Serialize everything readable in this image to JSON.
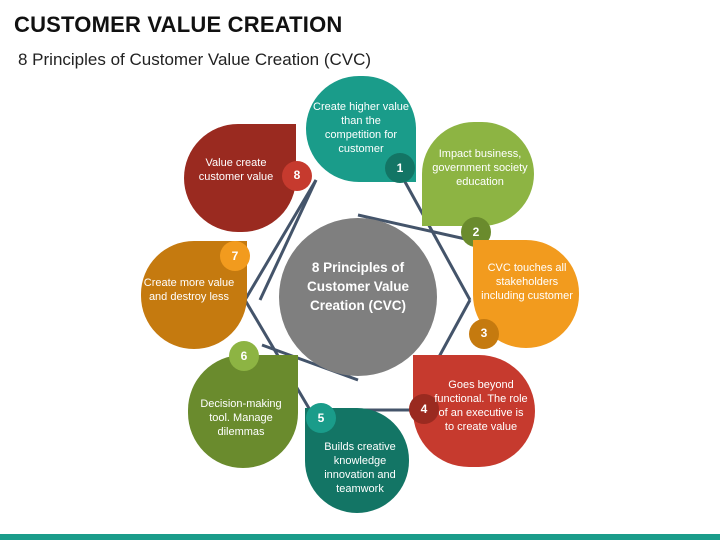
{
  "header": {
    "title": "CUSTOMER VALUE CREATION",
    "subtitle": "8 Principles of Customer Value Creation (CVC)"
  },
  "center": {
    "label": "8 Principles of Customer Value Creation (CVC)",
    "color": "#7f7f7f"
  },
  "principles": [
    {
      "number": "1",
      "text": "Create higher value than the competition for customer",
      "color": "#1a9c8a",
      "dark": "#137565"
    },
    {
      "number": "2",
      "text": "Impact business, government society education",
      "color": "#8db443",
      "dark": "#6a8b2d"
    },
    {
      "number": "3",
      "text": "CVC  touches all stakeholders including customer",
      "color": "#f29b1e",
      "dark": "#c57a0f"
    },
    {
      "number": "4",
      "text": "Goes beyond functional. The role of an executive is to create value",
      "color": "#c63a2e",
      "dark": "#9a2a20"
    },
    {
      "number": "5",
      "text": "Builds creative knowledge innovation and teamwork",
      "color": "#137565",
      "dark": "#1a9c8a"
    },
    {
      "number": "6",
      "text": "Decision-making tool. Manage dilemmas",
      "color": "#6a8b2d",
      "dark": "#8db443"
    },
    {
      "number": "7",
      "text": "Create more value and destroy less",
      "color": "#c57a0f",
      "dark": "#f29b1e"
    },
    {
      "number": "8",
      "text": "Value create customer value",
      "color": "#9a2a20",
      "dark": "#c63a2e"
    }
  ],
  "connector_color": "#44546a",
  "footer_color": "#1a9c8a"
}
